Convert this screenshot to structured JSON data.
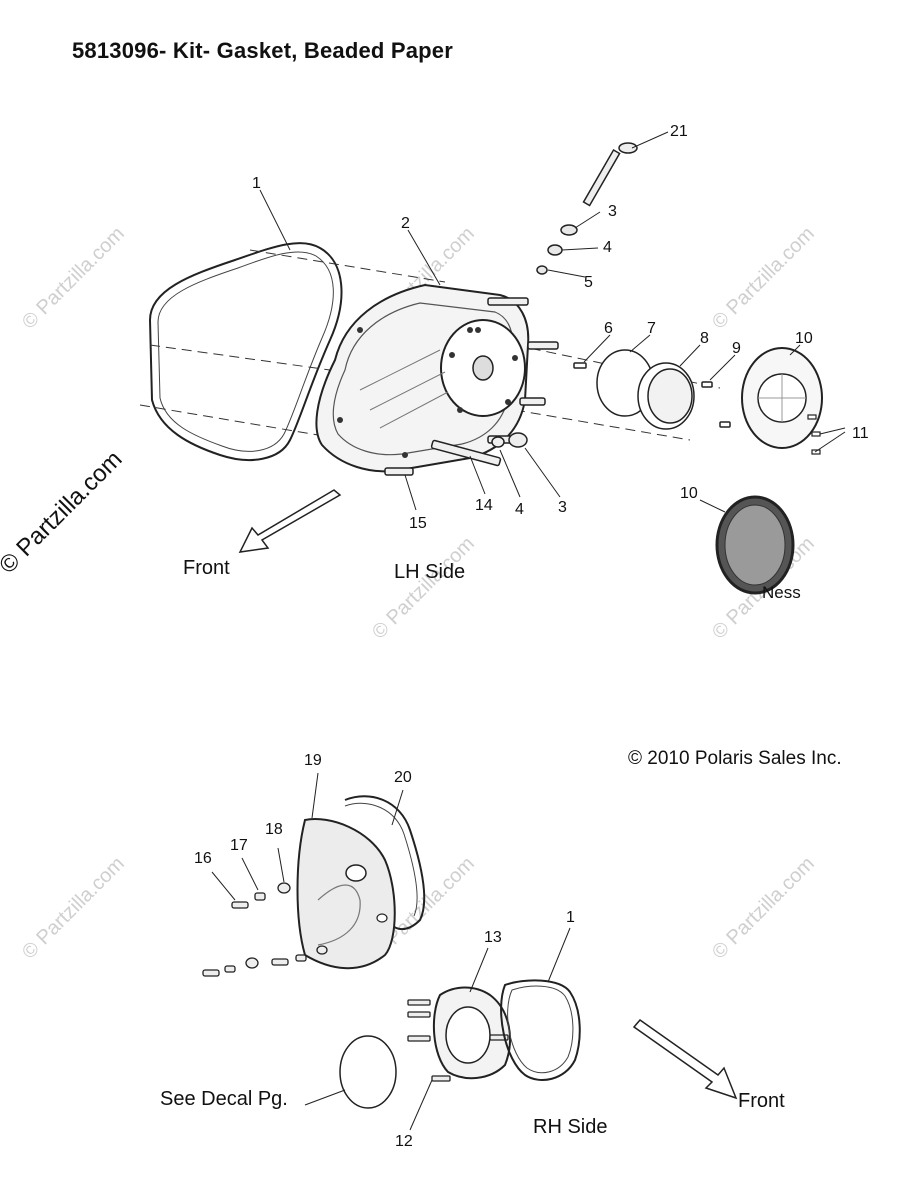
{
  "title": "5813096- Kit- Gasket, Beaded Paper",
  "copyright": "© 2010 Polaris Sales Inc.",
  "site_mark": "© Partzilla.com",
  "watermark": "© Partzilla.com",
  "labels": {
    "front_top": "Front",
    "lh_side": "LH Side",
    "ness": "Ness",
    "see_decal": "See Decal Pg.",
    "rh_side": "RH Side",
    "front_bottom": "Front"
  },
  "callouts": {
    "c1a": "1",
    "c2": "2",
    "c3a": "3",
    "c4a": "4",
    "c5": "5",
    "c6": "6",
    "c7": "7",
    "c8": "8",
    "c9": "9",
    "c10a": "10",
    "c11": "11",
    "c21": "21",
    "c15": "15",
    "c14": "14",
    "c4b": "4",
    "c3b": "3",
    "c10b": "10",
    "c19": "19",
    "c20": "20",
    "c18": "18",
    "c17": "17",
    "c16": "16",
    "c13": "13",
    "c1b": "1",
    "c12": "12"
  }
}
